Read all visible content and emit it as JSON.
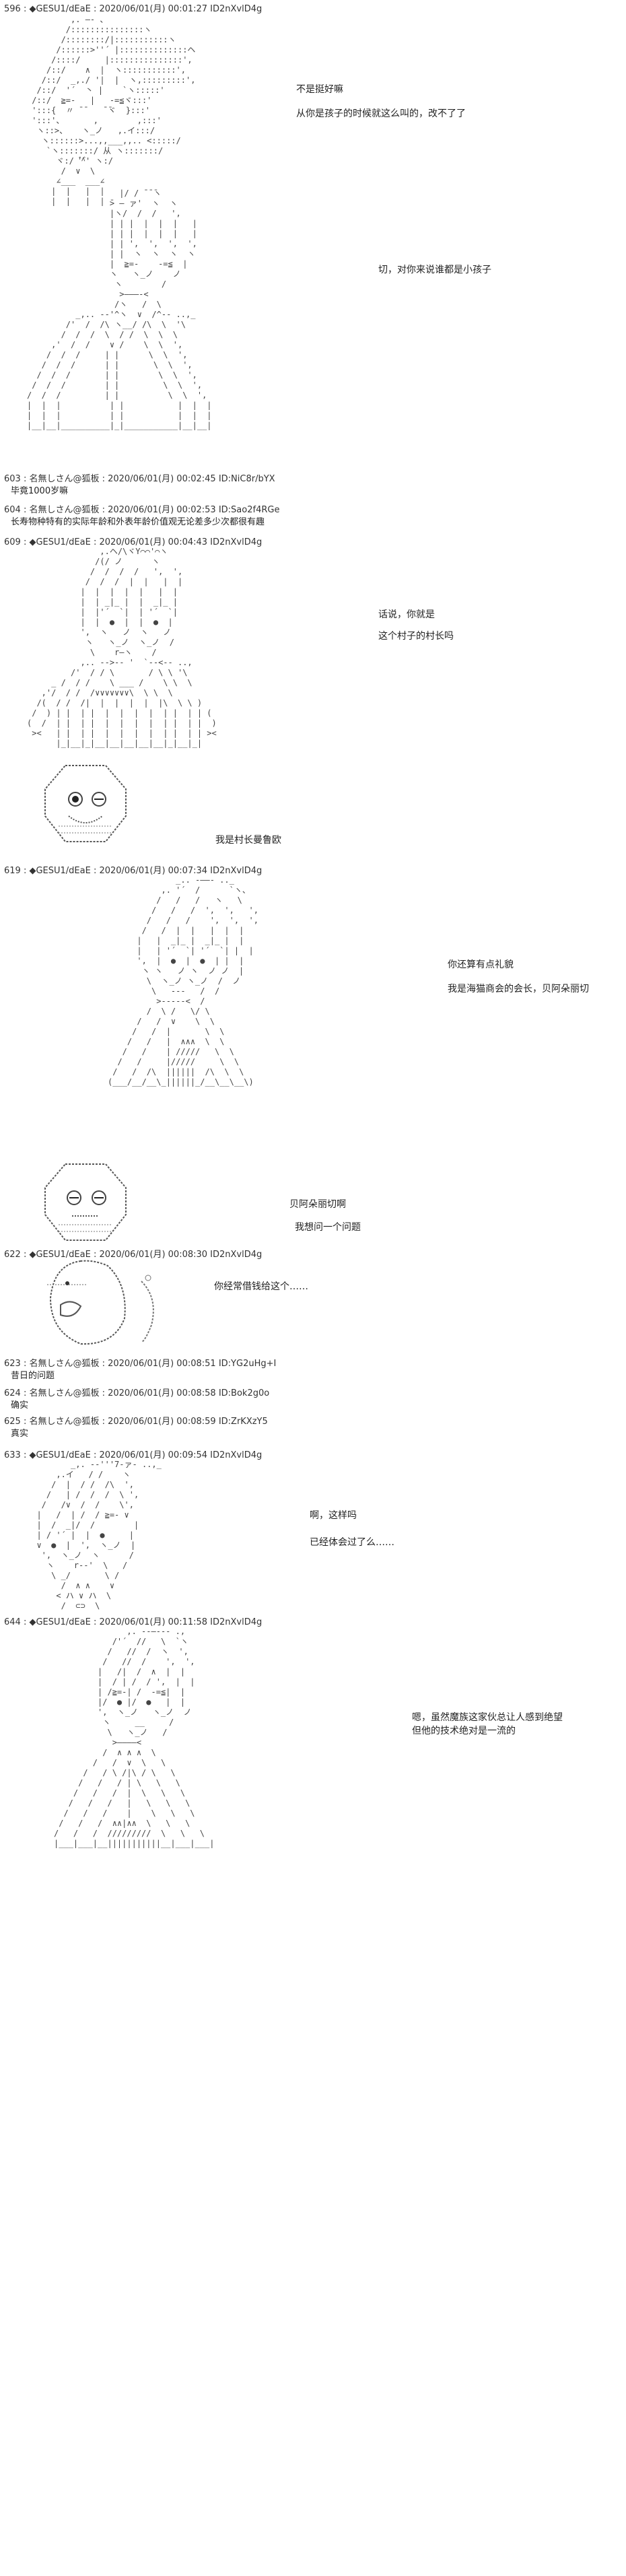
{
  "posts": [
    {
      "id": "p596",
      "header": "596 : ◆GESU1/dEaE : 2020/06/01(月) 00:01:27 ID2nXvlD4g"
    },
    {
      "id": "p603",
      "header": "603 : 名無しさん@狐板 : 2020/06/01(月) 00:02:45 ID:NiC8r/bYX",
      "body": "毕竟1000岁嘛"
    },
    {
      "id": "p604",
      "header": "604 : 名無しさん@狐板 : 2020/06/01(月) 00:02:53 ID:Sao2f4RGe",
      "body": "长寿物种特有的实际年龄和外表年龄价值观无论差多少次都很有趣"
    },
    {
      "id": "p609",
      "header": "609 : ◆GESU1/dEaE : 2020/06/01(月) 00:04:43 ID2nXvlD4g"
    },
    {
      "id": "p619",
      "header": "619 : ◆GESU1/dEaE : 2020/06/01(月) 00:07:34 ID2nXvlD4g"
    },
    {
      "id": "p622",
      "header": "622 : ◆GESU1/dEaE : 2020/06/01(月) 00:08:30 ID2nXvlD4g"
    },
    {
      "id": "p623",
      "header": "623 : 名無しさん@狐板 : 2020/06/01(月) 00:08:51 ID:YG2uHg+I",
      "body": "昔日的问题"
    },
    {
      "id": "p624",
      "header": "624 : 名無しさん@狐板 : 2020/06/01(月) 00:08:58 ID:Bok2g0o",
      "body": "确实"
    },
    {
      "id": "p625",
      "header": "625 : 名無しさん@狐板 : 2020/06/01(月) 00:08:59 ID:ZrKXzY5",
      "body": "真实"
    },
    {
      "id": "p633",
      "header": "633 : ◆GESU1/dEaE : 2020/06/01(月) 00:09:54 ID2nXvlD4g"
    },
    {
      "id": "p644",
      "header": "644 : ◆GESU1/dEaE : 2020/06/01(月) 00:11:58 ID2nXvlD4g"
    }
  ],
  "dialogs": {
    "d1": "不是挺好嘛",
    "d2": "从你是孩子的时候就这么叫的，改不了了",
    "d3": "切，对你来说谁都是小孩子",
    "d4": "话说，你就是",
    "d5": "这个村子的村长吗",
    "d6": "我是村长曼鲁欧",
    "d7": "你还算有点礼貌",
    "d8": "我是海猫商会的会长，贝阿朵丽切",
    "d9": "贝阿朵丽切啊",
    "d10": "我想问一个问题",
    "d11": "你经常借钱给这个……",
    "d12": "啊，这样吗",
    "d13": "已经体会过了么……",
    "d14": "嗯，虽然魔族这家伙总让人感到绝望",
    "d15": "但他的技术绝对是一流的"
  }
}
